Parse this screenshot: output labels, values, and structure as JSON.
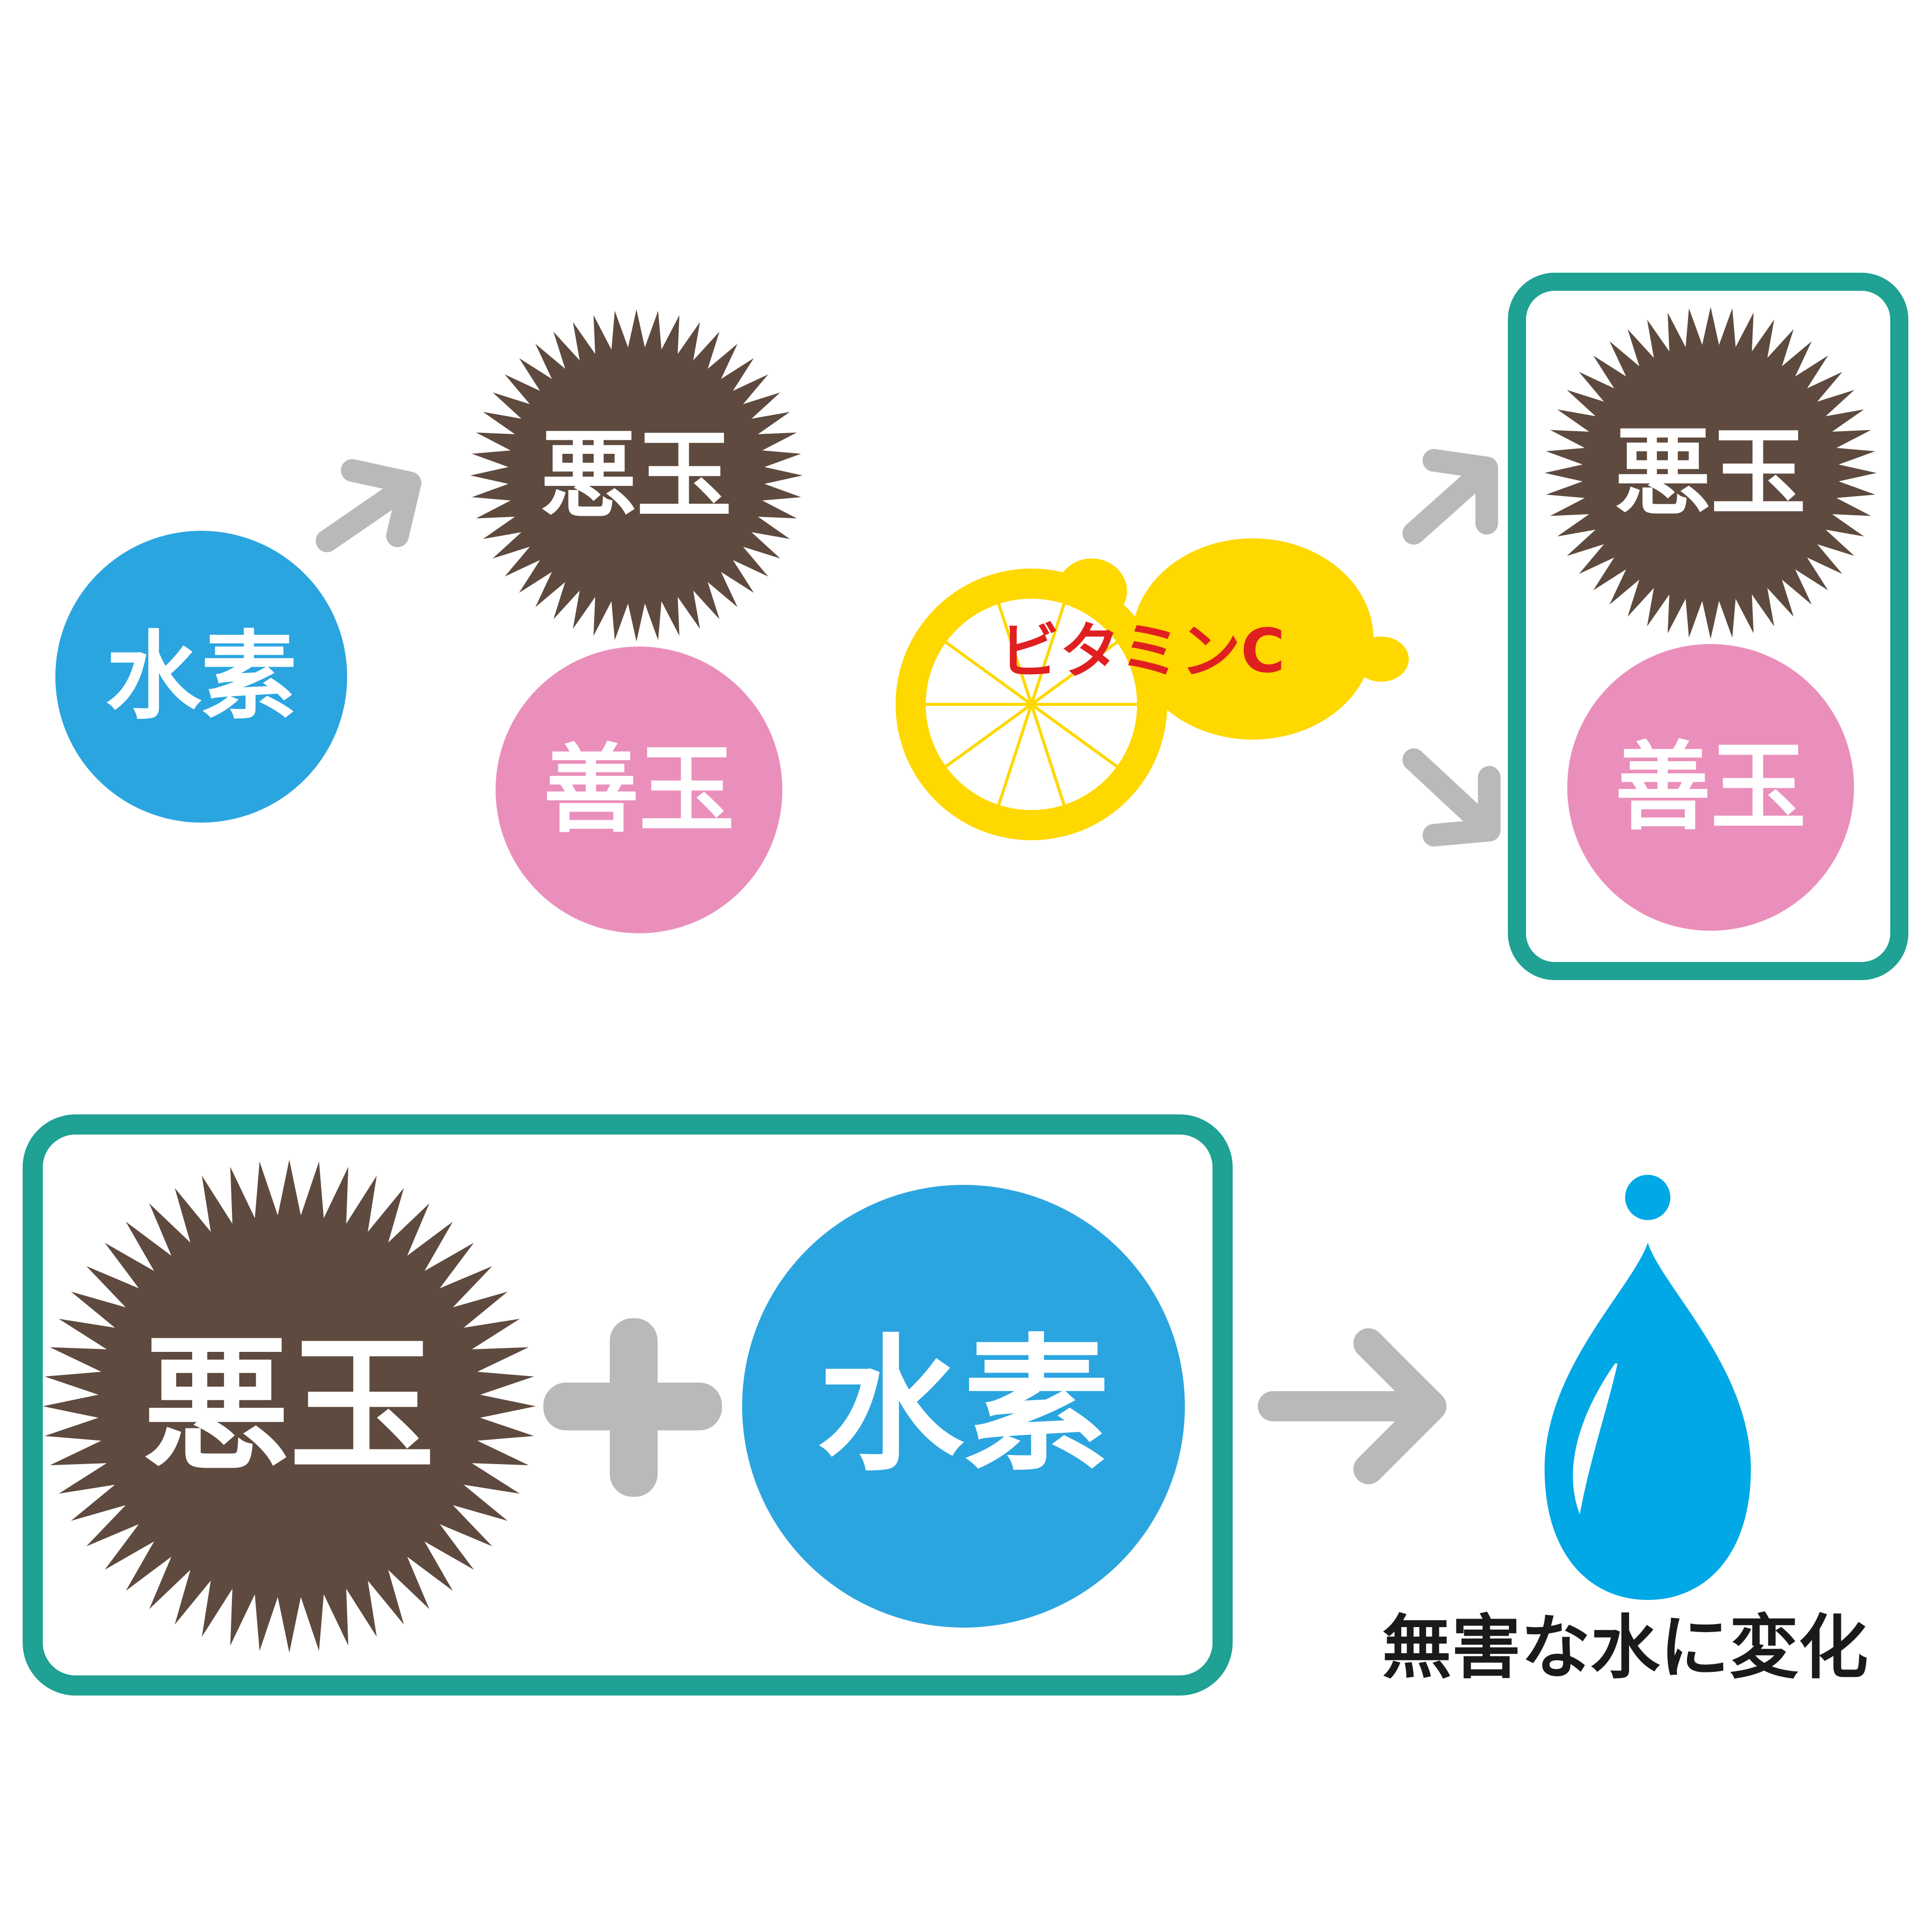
{
  "colors": {
    "hydrogen": "#2ba5e0",
    "bad": "#5e4a3e",
    "good": "#ea8fbb",
    "arrow": "#b9b9b9",
    "frame": "#1fa193",
    "lemon": "#ffd800",
    "vitamin_text": "#e02020",
    "water": "#00a8e6",
    "label_text": "#1a1a1a"
  },
  "top": {
    "hydrogen_label": "水素",
    "bad_label": "悪玉",
    "good_label": "善玉",
    "vitamin_label": "ビタミンC",
    "result_bad_label": "悪玉",
    "result_good_label": "善玉"
  },
  "bottom": {
    "bad_label": "悪玉",
    "hydrogen_label": "水素",
    "plus_icon": "plus-icon",
    "arrow_icon": "arrow-right-icon",
    "water_icon": "water-drop-icon",
    "result_label": "無害な水に変化"
  }
}
